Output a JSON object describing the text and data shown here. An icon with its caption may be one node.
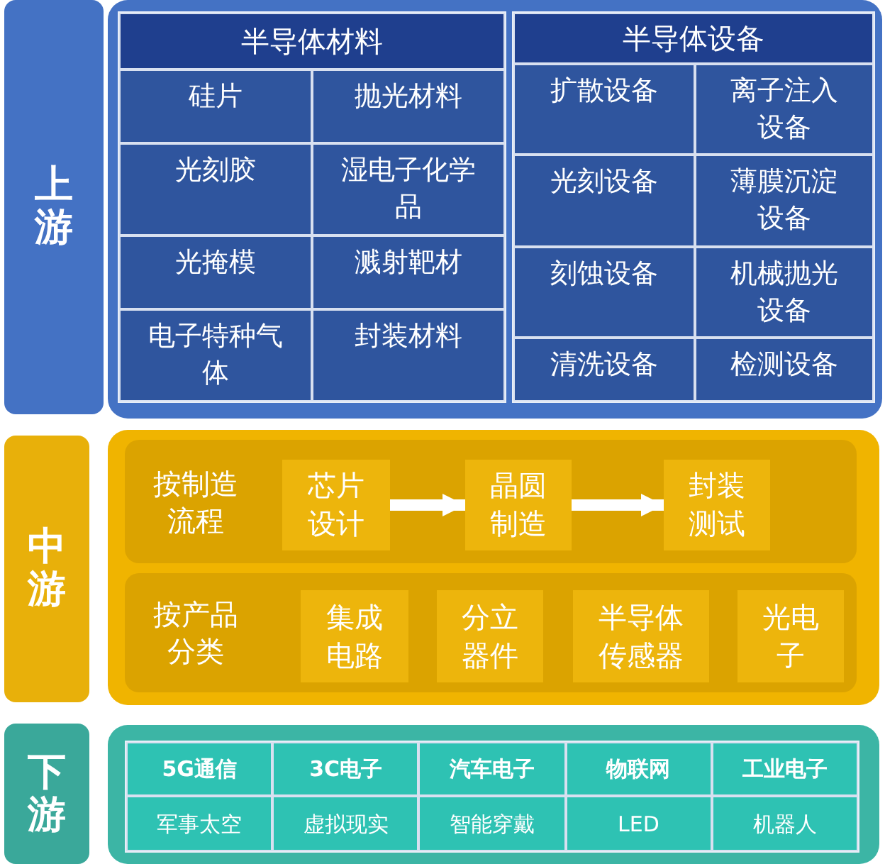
{
  "diagram": {
    "nodes": [
      {
        "text": [
          "上游"
        ]
      },
      {
        "text": [],
        "shape": "box"
      },
      {
        "text": [
          "中游"
        ]
      },
      {
        "text": [],
        "shape": "box"
      },
      {
        "text": [
          "按制造流程"
        ],
        "in": 3
      },
      {
        "text": [
          "芯片设计"
        ],
        "in": 4
      },
      {
        "text": [
          "晶圆制造"
        ],
        "in": 4
      },
      {
        "text": [
          "封装测试"
        ],
        "in": 4
      },
      {
        "text": [
          "按产品分类"
        ],
        "in": 3
      },
      {
        "text": [
          "集成电路"
        ],
        "in": 8
      },
      {
        "text": [
          "分立器件"
        ],
        "in": 8
      },
      {
        "text": [
          "半导体传感器"
        ],
        "in": 8
      },
      {
        "text": [
          "光电子"
        ],
        "in": 8
      },
      {
        "text": [
          "下游"
        ]
      },
      {
        "text": [],
        "shape": "box"
      }
    ],
    "edges": [
      {
        "from": 5,
        "to": 6,
        "arrow": "to",
        "color": "#ffffff"
      },
      {
        "from": 6,
        "to": 7,
        "arrow": "to",
        "color": "#ffffff"
      }
    ],
    "labels": [
      "半导体材料",
      "硅片",
      "抛光材料",
      "光刻胶",
      "湿电子化学品",
      "光掩模",
      "溅射靶材",
      "电子特种气体",
      "封装材料",
      "半导体设备",
      "扩散设备",
      "离子注入设备",
      "光刻设备",
      "薄膜沉淀设备",
      "刻蚀设备",
      "机械抛光设备",
      "清洗设备",
      "检测设备",
      "5G通信",
      "3C电子",
      "汽车电子",
      "物联网",
      "工业电子",
      "军事太空",
      "虚拟现实",
      "智能穿戴",
      "LED",
      "机器人"
    ]
  }
}
